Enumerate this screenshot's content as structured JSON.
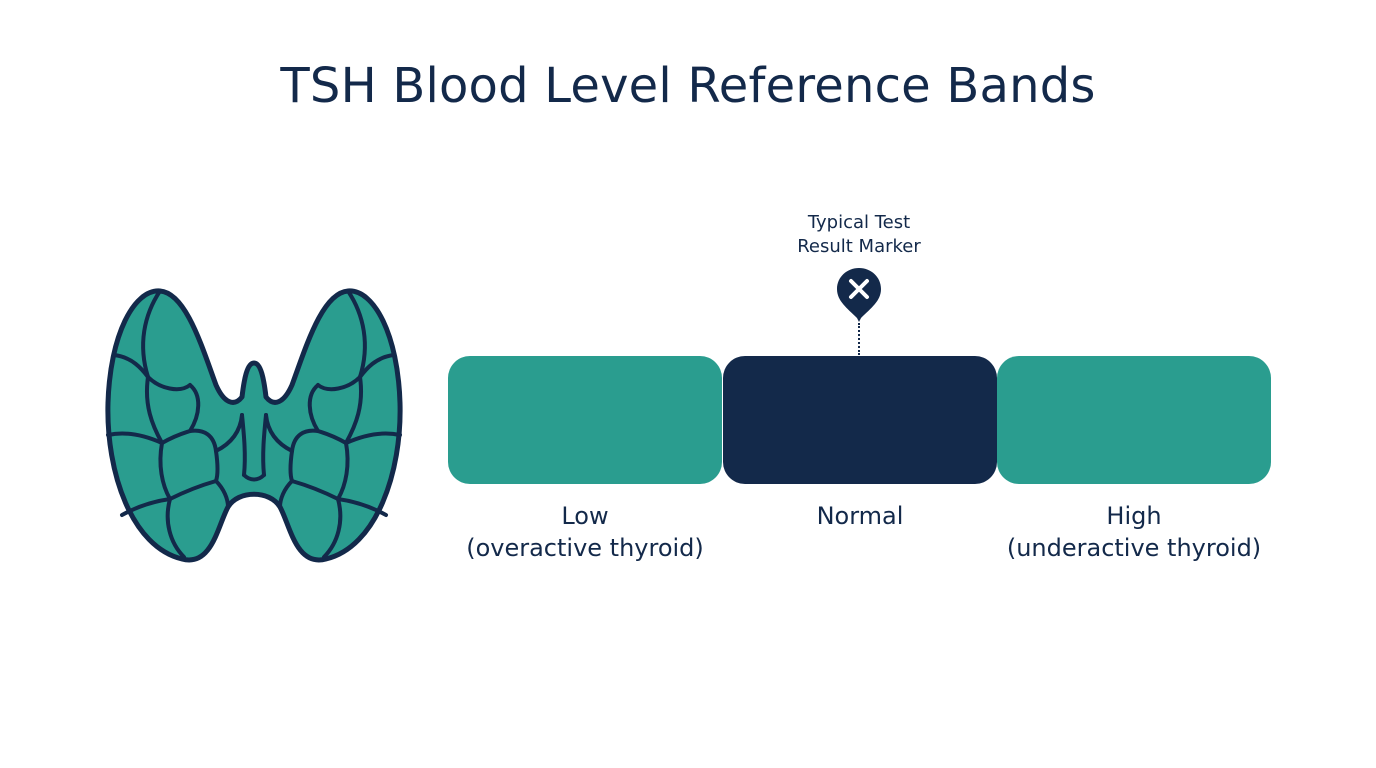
{
  "title": "TSH Blood Level Reference Bands",
  "marker": {
    "caption_line1": "Typical Test",
    "caption_line2": "Result Marker",
    "icon": "close-x-icon",
    "position_band": "Normal"
  },
  "bands": [
    {
      "label": "Low",
      "sublabel": "(overactive thyroid)",
      "color": "#2a9d8f"
    },
    {
      "label": "Normal",
      "sublabel": "",
      "color": "#13294a"
    },
    {
      "label": "High",
      "sublabel": "(underactive thyroid)",
      "color": "#2a9d8f"
    }
  ],
  "illustration": {
    "icon": "thyroid-gland-icon",
    "fill_color": "#2a9d8f",
    "outline_color": "#13294a"
  }
}
